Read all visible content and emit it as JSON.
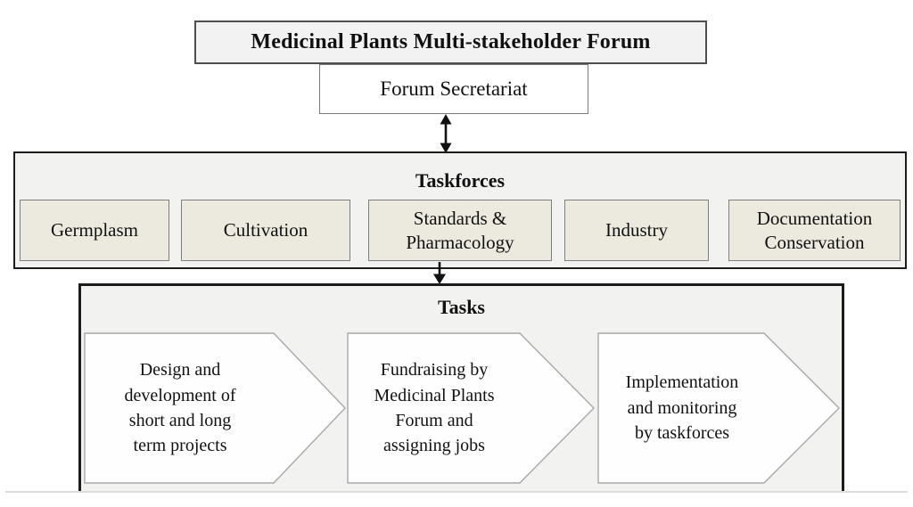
{
  "diagram": {
    "forum_title": "Medicinal Plants Multi-stakeholder Forum",
    "secretariat_label": "Forum Secretariat"
  },
  "taskforces": {
    "title": "Taskforces",
    "items": [
      {
        "label": "Germplasm"
      },
      {
        "label": "Cultivation"
      },
      {
        "label": "Standards &\nPharmacology"
      },
      {
        "label": "Industry"
      },
      {
        "label": "Documentation\nConservation"
      }
    ]
  },
  "tasks": {
    "title": "Tasks",
    "items": [
      {
        "label": "Design and\ndevelopment of\nshort and long\nterm projects"
      },
      {
        "label": "Fundraising by\nMedicinal Plants\nForum and\nassigning jobs"
      },
      {
        "label": "Implementation\nand monitoring\nby taskforces"
      }
    ]
  },
  "icons": {
    "connector_top": "double-headed-vertical-arrow",
    "connector_bottom": "down-arrow"
  },
  "colors": {
    "container_fill": "#f2f2f0",
    "title_box_fill": "#f2f2f2",
    "taskforce_box_fill": "#ece9df",
    "chevron_fill": "#fefefe",
    "heavy_border": "#1c1c1c",
    "thin_border": "#7f7f7f",
    "chevron_border": "#a8a8a8",
    "arrow_color": "#111111",
    "page_line": "#dcdcdc"
  }
}
